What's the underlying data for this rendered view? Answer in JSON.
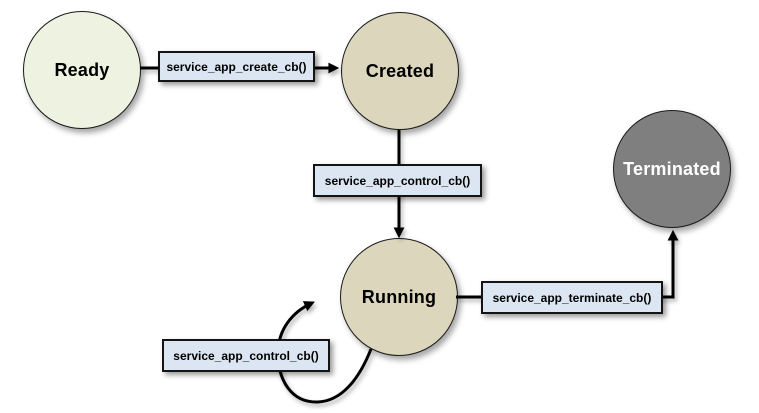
{
  "diagram": {
    "type": "state-machine",
    "background": "#ffffff",
    "states": [
      {
        "id": "ready",
        "label": "Ready",
        "fill": "#eef2e0",
        "text_color": "#000000"
      },
      {
        "id": "created",
        "label": "Created",
        "fill": "#dcd6bd",
        "text_color": "#000000"
      },
      {
        "id": "running",
        "label": "Running",
        "fill": "#dcd6bd",
        "text_color": "#000000"
      },
      {
        "id": "terminated",
        "label": "Terminated",
        "fill": "#7f7f7f",
        "text_color": "#ffffff"
      }
    ],
    "transitions": [
      {
        "from": "Ready",
        "to": "Created",
        "label": "service_app_create_cb()"
      },
      {
        "from": "Created",
        "to": "Running",
        "label": "service_app_control_cb()"
      },
      {
        "from": "Running",
        "to": "Running",
        "label": "service_app_control_cb()",
        "shape": "self-loop"
      },
      {
        "from": "Running",
        "to": "Terminated",
        "label": "service_app_terminate_cb()"
      }
    ],
    "colors": {
      "label_box_fill": "#dce6f2",
      "outline": "#1a1a1a",
      "arrow": "#000000"
    }
  }
}
